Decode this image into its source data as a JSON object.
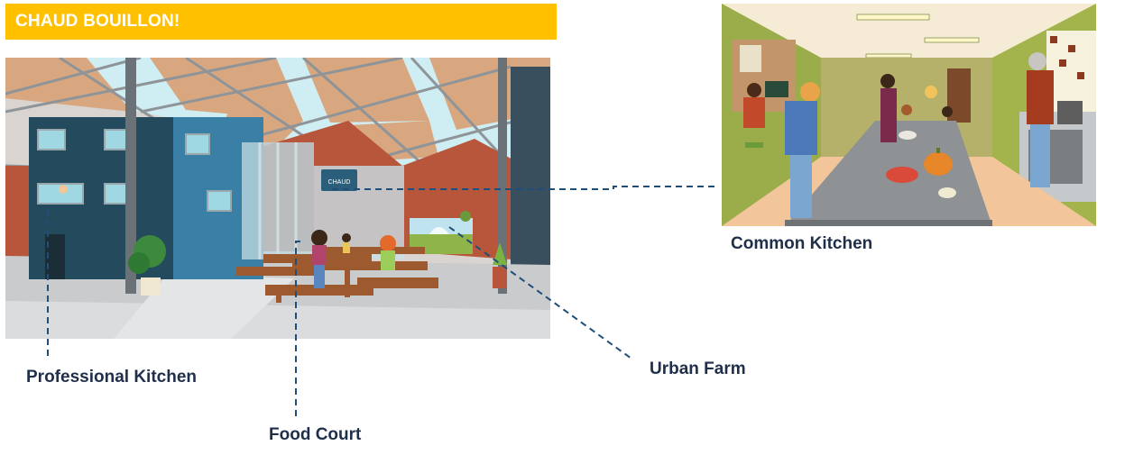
{
  "title": "CHAUD BOUILLON!",
  "labels": {
    "professional_kitchen": "Professional Kitchen",
    "food_court": "Food Court",
    "urban_farm": "Urban Farm",
    "common_kitchen": "Common Kitchen"
  },
  "colors": {
    "title_bar": "#ffc000",
    "title_text": "#ffffff",
    "label_text": "#1f2f4a",
    "leader_line": "#1f4e79"
  },
  "icons": {
    "sign": "chaud-bouillon-sign-icon",
    "plant": "potted-plant-icon",
    "pumpkin": "pumpkin-icon"
  }
}
